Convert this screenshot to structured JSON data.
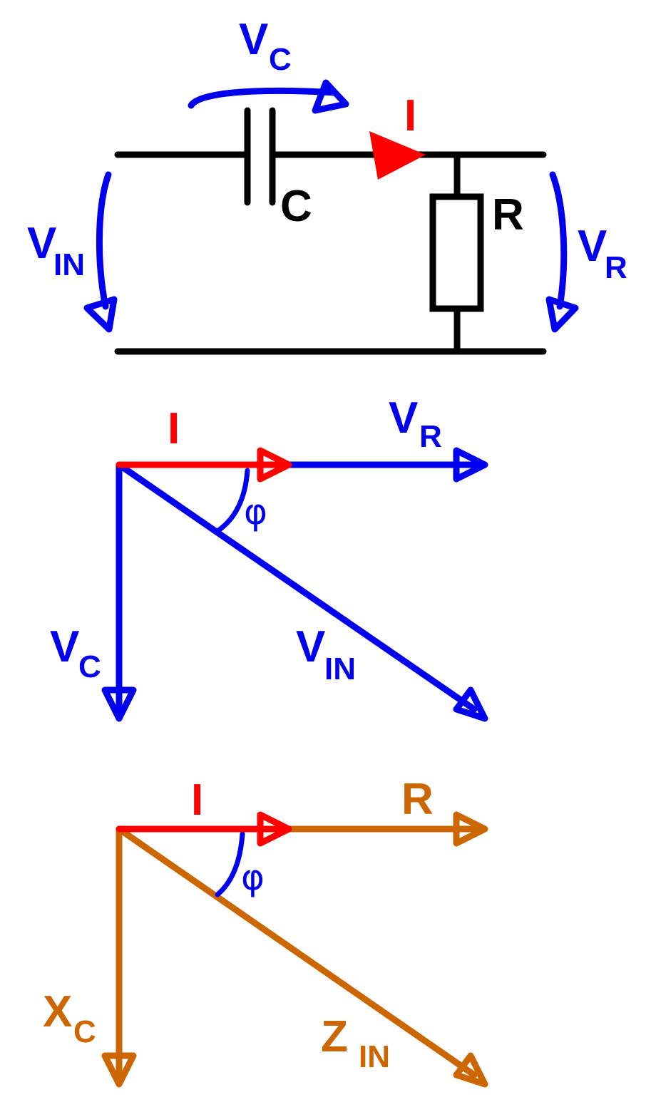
{
  "colors": {
    "wire": "#000000",
    "voltage": "#0000ee",
    "current": "#ff0000",
    "impedance": "#cc6600"
  },
  "circuit": {
    "vc_main": "V",
    "vc_sub": "C",
    "i_label": "I",
    "c_label": "C",
    "r_label": "R",
    "vin_main": "V",
    "vin_sub": "IN",
    "vr_main": "V",
    "vr_sub": "R"
  },
  "voltage_phasor": {
    "i_label": "I",
    "vr_main": "V",
    "vr_sub": "R",
    "phi": "φ",
    "vc_main": "V",
    "vc_sub": "C",
    "vin_main": "V",
    "vin_sub": "IN"
  },
  "impedance_phasor": {
    "i_label": "I",
    "r_label": "R",
    "phi": "φ",
    "xc_main": "X",
    "xc_sub": "C",
    "zin_main": "Z",
    "zin_sub": "IN"
  }
}
